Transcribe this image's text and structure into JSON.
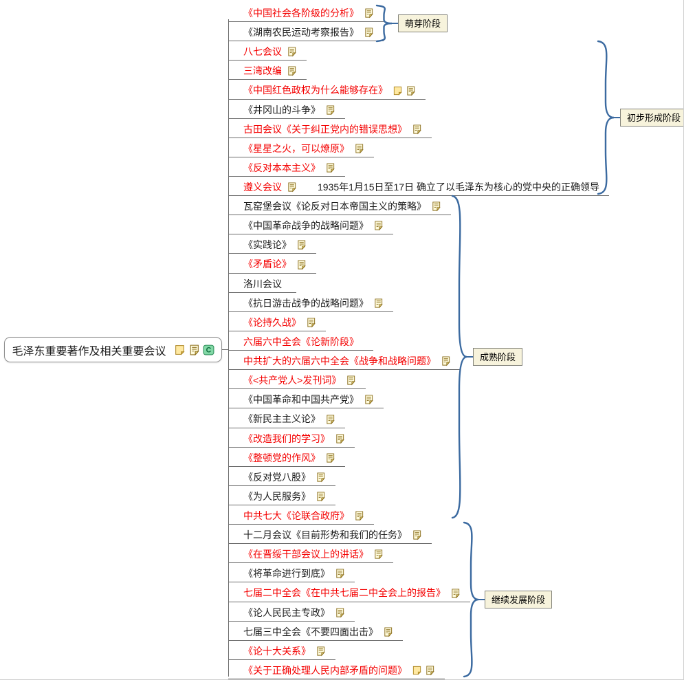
{
  "root": {
    "title": "毛泽东重要著作及相关重要会议",
    "icons": [
      "sticker-icon",
      "notes-icon",
      "c-badge-icon"
    ]
  },
  "colors": {
    "topic_red": "#f40000",
    "topic_black": "#1b1b1b",
    "line_gray": "#6b6b6b",
    "brace_blue": "#3b6aa0",
    "label_bg": "#f7f3dc",
    "label_border": "#83837a"
  },
  "stages": [
    {
      "label": "萌芽阶段",
      "first_item": 1,
      "last_item": 2
    },
    {
      "label": "初步形成阶段",
      "first_item": 3,
      "last_item": 10
    },
    {
      "label": "成熟阶段",
      "first_item": 11,
      "last_item": 27
    },
    {
      "label": "继续发展阶段",
      "first_item": 28,
      "last_item": 35
    }
  ],
  "items": [
    {
      "text": "《中国社会各阶级的分析》",
      "color": "red",
      "icons": [
        "notes-icon"
      ]
    },
    {
      "text": "《湖南农民运动考察报告》",
      "color": "black",
      "icons": [
        "notes-icon"
      ]
    },
    {
      "text": "八七会议",
      "color": "red",
      "icons": [
        "notes-icon"
      ]
    },
    {
      "text": "三湾改编",
      "color": "red",
      "icons": [
        "notes-icon"
      ]
    },
    {
      "text": "《中国红色政权为什么能够存在》",
      "color": "red",
      "icons": [
        "sticker-icon",
        "notes-icon"
      ]
    },
    {
      "text": "《井冈山的斗争》",
      "color": "black",
      "icons": [
        "notes-icon"
      ]
    },
    {
      "text": "古田会议《关于纠正党内的错误思想》",
      "color": "red",
      "icons": [
        "notes-icon"
      ]
    },
    {
      "text": "《星星之火，可以燎原》",
      "color": "red",
      "icons": [
        "notes-icon"
      ]
    },
    {
      "text": "《反对本本主义》",
      "color": "red",
      "icons": [
        "notes-icon"
      ]
    },
    {
      "text": "遵义会议",
      "color": "red",
      "icons": [
        "notes-icon"
      ],
      "annotation": "1935年1月15日至17日 确立了以毛泽东为核心的党中央的正确领导"
    },
    {
      "text": "瓦窑堡会议《论反对日本帝国主义的策略》",
      "color": "black",
      "icons": [
        "notes-icon"
      ]
    },
    {
      "text": "《中国革命战争的战略问题》",
      "color": "black",
      "icons": [
        "notes-icon"
      ]
    },
    {
      "text": "《实践论》",
      "color": "black",
      "icons": [
        "notes-icon"
      ]
    },
    {
      "text": "《矛盾论》",
      "color": "red",
      "icons": [
        "notes-icon"
      ]
    },
    {
      "text": "洛川会议",
      "color": "black",
      "icons": []
    },
    {
      "text": "《抗日游击战争的战略问题》",
      "color": "black",
      "icons": [
        "notes-icon"
      ]
    },
    {
      "text": "《论持久战》",
      "color": "red",
      "icons": [
        "notes-icon"
      ]
    },
    {
      "text": "六届六中全会《论新阶段》",
      "color": "red",
      "icons": []
    },
    {
      "text": "中共扩大的六届六中全会《战争和战略问题》",
      "color": "red",
      "icons": [
        "notes-icon"
      ]
    },
    {
      "text": "《<共产党人>发刊词》",
      "color": "red",
      "icons": [
        "notes-icon"
      ]
    },
    {
      "text": "《中国革命和中国共产党》",
      "color": "black",
      "icons": [
        "notes-icon"
      ]
    },
    {
      "text": "《新民主主义论》",
      "color": "black",
      "icons": [
        "notes-icon"
      ]
    },
    {
      "text": "《改造我们的学习》",
      "color": "red",
      "icons": [
        "notes-icon"
      ]
    },
    {
      "text": "《整顿党的作风》",
      "color": "red",
      "icons": [
        "notes-icon"
      ]
    },
    {
      "text": "《反对党八股》",
      "color": "black",
      "icons": [
        "notes-icon"
      ]
    },
    {
      "text": "《为人民服务》",
      "color": "black",
      "icons": [
        "notes-icon"
      ]
    },
    {
      "text": "中共七大《论联合政府》",
      "color": "red",
      "icons": [
        "notes-icon"
      ]
    },
    {
      "text": "十二月会议《目前形势和我们的任务》",
      "color": "black",
      "icons": [
        "notes-icon"
      ]
    },
    {
      "text": "《在晋绥干部会议上的讲话》",
      "color": "red",
      "icons": [
        "notes-icon"
      ]
    },
    {
      "text": "《将革命进行到底》",
      "color": "black",
      "icons": [
        "notes-icon"
      ]
    },
    {
      "text": "七届二中全会《在中共七届二中全会上的报告》",
      "color": "red",
      "icons": [
        "notes-icon"
      ]
    },
    {
      "text": "《论人民民主专政》",
      "color": "black",
      "icons": [
        "notes-icon"
      ]
    },
    {
      "text": "七届三中全会《不要四面出击》",
      "color": "black",
      "icons": [
        "notes-icon"
      ]
    },
    {
      "text": "《论十大关系》",
      "color": "red",
      "icons": [
        "notes-icon"
      ]
    },
    {
      "text": "《关于正确处理人民内部矛盾的问题》",
      "color": "red",
      "icons": [
        "sticker-icon",
        "notes-icon"
      ]
    }
  ]
}
